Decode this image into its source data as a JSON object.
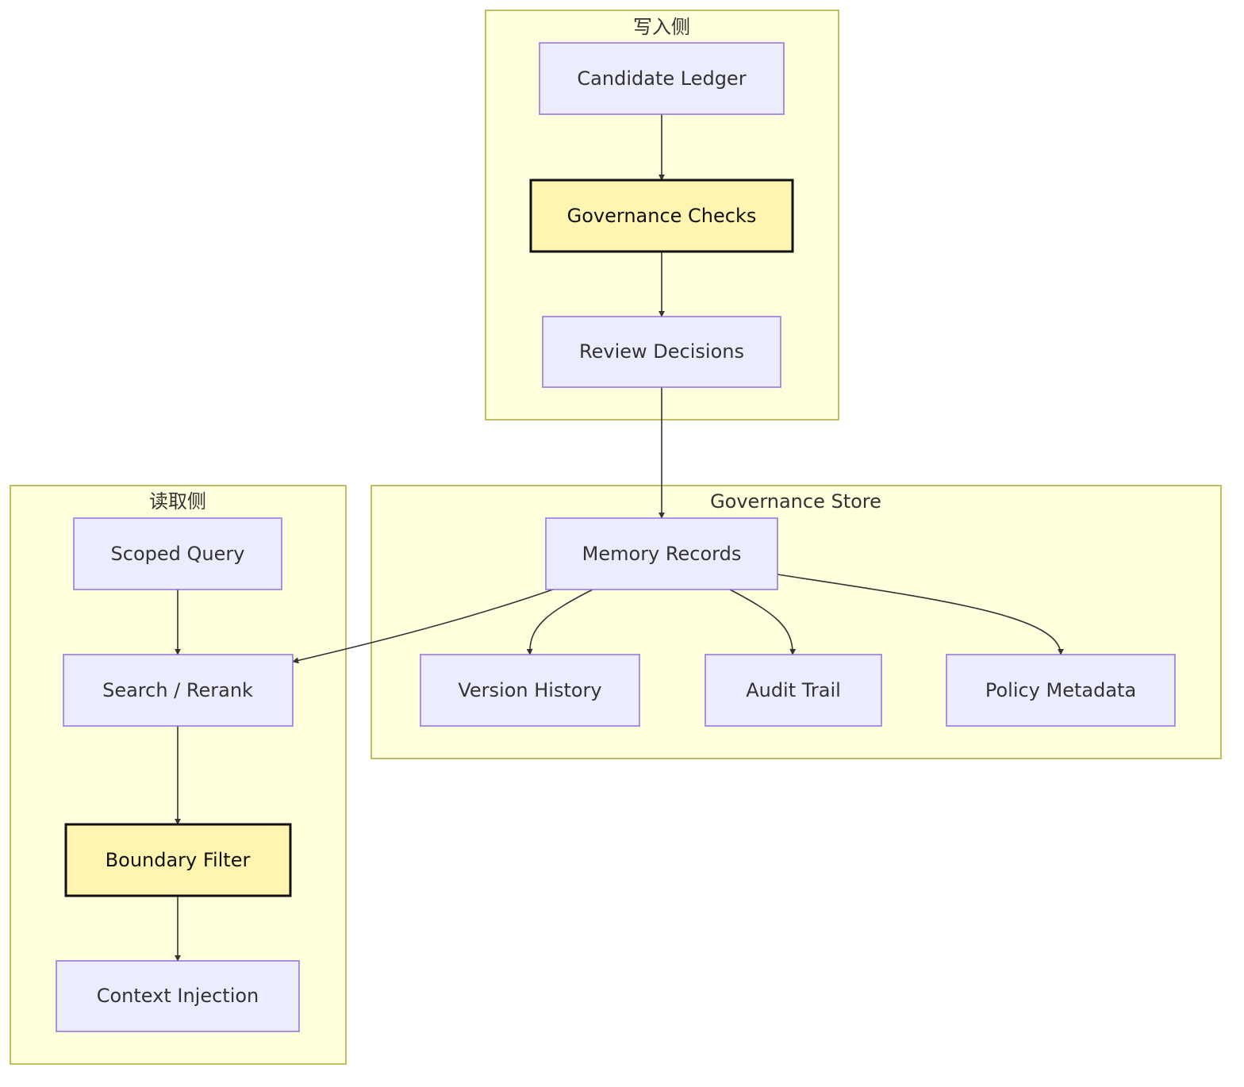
{
  "clusters": {
    "write_side": {
      "label": "写入侧"
    },
    "read_side": {
      "label": "读取侧"
    },
    "store": {
      "label": "Governance Store"
    }
  },
  "nodes": {
    "candidate_ledger": {
      "label": "Candidate Ledger"
    },
    "governance_checks": {
      "label": "Governance Checks",
      "highlighted": true
    },
    "review_decisions": {
      "label": "Review Decisions"
    },
    "memory_records": {
      "label": "Memory Records"
    },
    "version_history": {
      "label": "Version History"
    },
    "audit_trail": {
      "label": "Audit Trail"
    },
    "policy_metadata": {
      "label": "Policy Metadata"
    },
    "scoped_query": {
      "label": "Scoped Query"
    },
    "search_rerank": {
      "label": "Search / Rerank"
    },
    "boundary_filter": {
      "label": "Boundary Filter",
      "highlighted": true
    },
    "context_injection": {
      "label": "Context Injection"
    }
  },
  "edges": [
    {
      "from": "candidate_ledger",
      "to": "governance_checks"
    },
    {
      "from": "governance_checks",
      "to": "review_decisions"
    },
    {
      "from": "review_decisions",
      "to": "memory_records"
    },
    {
      "from": "memory_records",
      "to": "search_rerank"
    },
    {
      "from": "memory_records",
      "to": "version_history"
    },
    {
      "from": "memory_records",
      "to": "audit_trail"
    },
    {
      "from": "memory_records",
      "to": "policy_metadata"
    },
    {
      "from": "scoped_query",
      "to": "search_rerank"
    },
    {
      "from": "search_rerank",
      "to": "boundary_filter"
    },
    {
      "from": "boundary_filter",
      "to": "context_injection"
    }
  ],
  "colors": {
    "cluster_fill": "#ffffde",
    "cluster_stroke": "#aaaa33",
    "node_fill": "#ececff",
    "node_stroke": "#9370db",
    "highlight_fill": "#fff4b0",
    "highlight_stroke": "#111111",
    "edge": "#333333"
  }
}
